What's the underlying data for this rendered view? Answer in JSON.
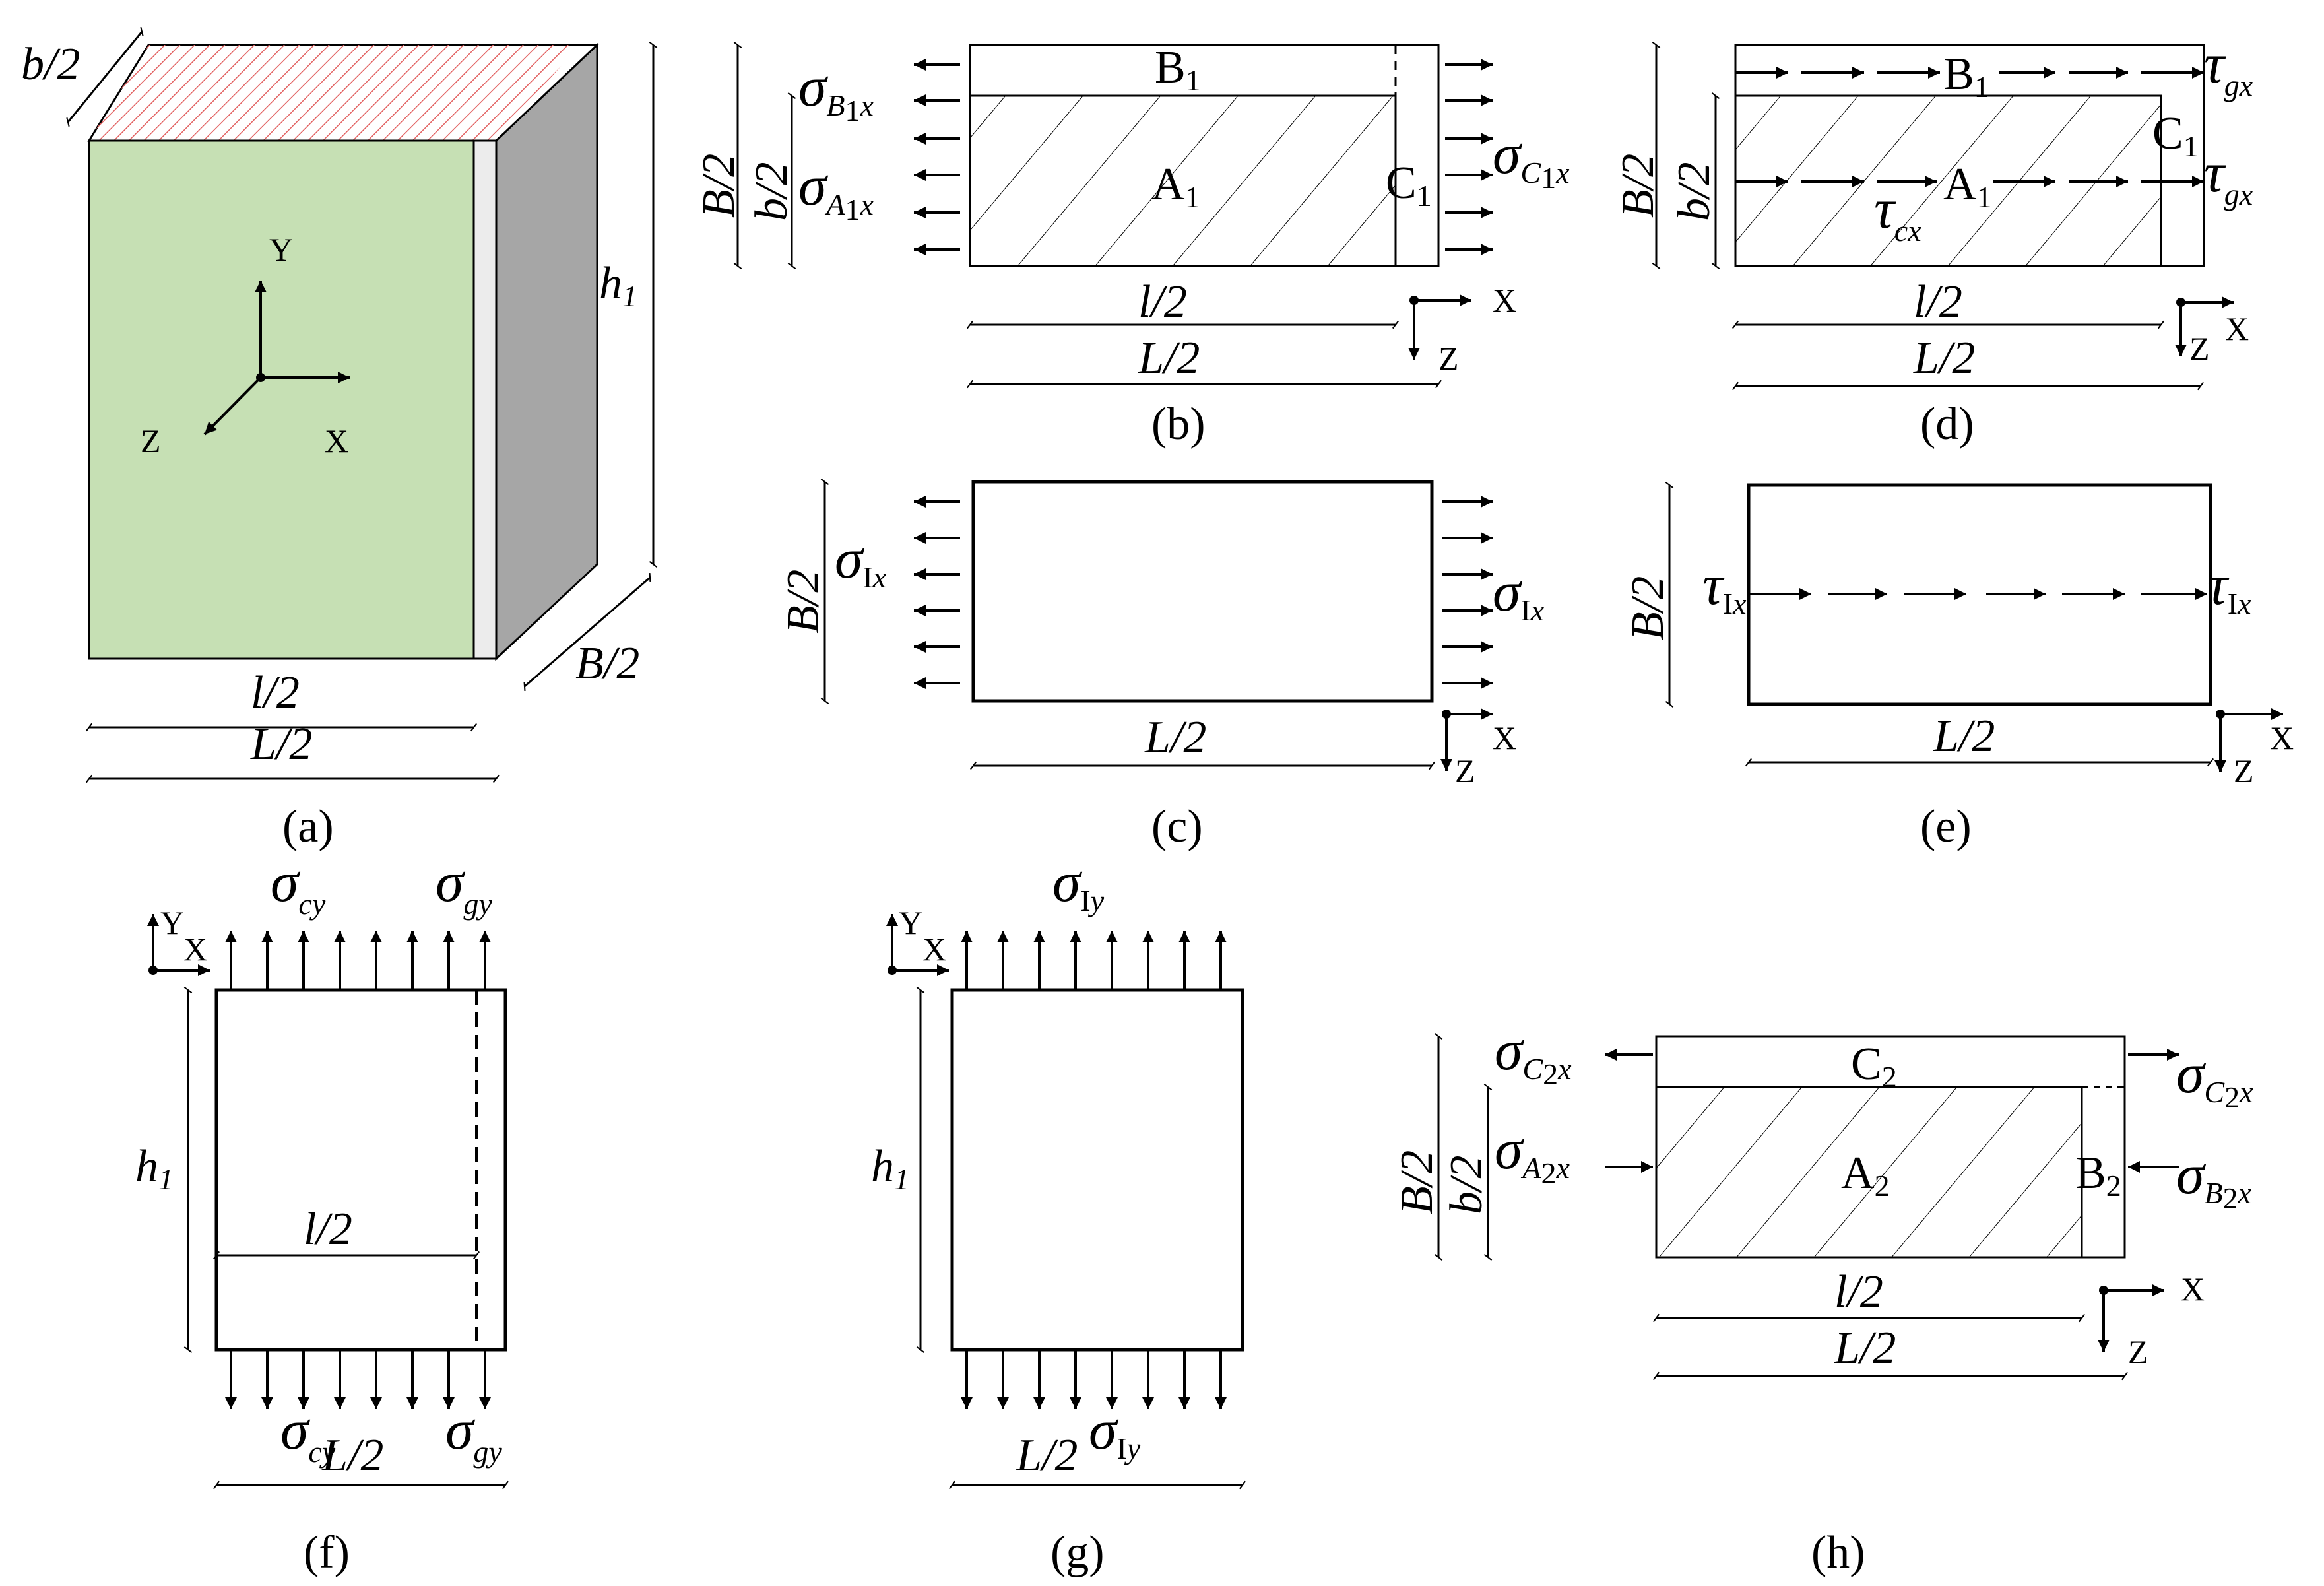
{
  "colors": {
    "front_face": "#c6e0b4",
    "top_face_hatch": "#e26262",
    "side_face": "#a6a6a6",
    "side_strip": "#ececec",
    "line": "#000000"
  },
  "panel_a": {
    "caption": "(a)",
    "dim_b2": "b/2",
    "dim_h1": "h",
    "dim_h1_sub": "1",
    "dim_B2": "B/2",
    "dim_l2": "l/2",
    "dim_L2": "L/2",
    "axis_y": "Y",
    "axis_x": "X",
    "axis_z": "Z"
  },
  "panel_b": {
    "caption": "(b)",
    "region_B": "B",
    "region_B_sub": "1",
    "region_A": "A",
    "region_A_sub": "1",
    "region_C": "C",
    "region_C_sub": "1",
    "stress_sym": "σ",
    "stress_B1_sub": "B",
    "stress_B1_sub2": "1",
    "stress_B1_sub3": "x",
    "stress_A1_sub": "A",
    "stress_A1_sub2": "1",
    "stress_A1_sub3": "x",
    "stress_C1_sub": "C",
    "stress_C1_sub2": "1",
    "stress_C1_sub3": "x",
    "dim_B2": "B/2",
    "dim_b2": "b/2",
    "dim_l2": "l/2",
    "dim_L2": "L/2",
    "axis_x": "X",
    "axis_z": "Z"
  },
  "panel_c": {
    "caption": "(c)",
    "stress_sym": "σ",
    "stress_sub": "I",
    "stress_sub2": "x",
    "dim_B2": "B/2",
    "dim_L2": "L/2",
    "axis_x": "X",
    "axis_z": "Z"
  },
  "panel_d": {
    "caption": "(d)",
    "region_B": "B",
    "region_B_sub": "1",
    "region_A": "A",
    "region_A_sub": "1",
    "region_C": "C",
    "region_C_sub": "1",
    "tau_sym": "τ",
    "tau_g_sub": "gx",
    "tau_c_sub": "cx",
    "dim_B2": "B/2",
    "dim_b2": "b/2",
    "dim_l2": "l/2",
    "dim_L2": "L/2",
    "axis_x": "X",
    "axis_z": "Z"
  },
  "panel_e": {
    "caption": "(e)",
    "tau_sym": "τ",
    "tau_sub": "I",
    "tau_sub2": "x",
    "dim_B2": "B/2",
    "dim_L2": "L/2",
    "axis_x": "X",
    "axis_z": "Z"
  },
  "panel_f": {
    "caption": "(f)",
    "stress_sym": "σ",
    "stress_c_sub": "cy",
    "stress_g_sub": "gy",
    "dim_h1": "h",
    "dim_h1_sub": "1",
    "dim_l2": "l/2",
    "dim_L2": "L/2",
    "axis_x": "X",
    "axis_y": "Y"
  },
  "panel_g": {
    "caption": "(g)",
    "stress_sym": "σ",
    "stress_sub": "I",
    "stress_sub2": "y",
    "dim_h1": "h",
    "dim_h1_sub": "1",
    "dim_L2": "L/2",
    "axis_x": "X",
    "axis_y": "Y"
  },
  "panel_h": {
    "caption": "(h)",
    "region_C": "C",
    "region_C_sub": "2",
    "region_A": "A",
    "region_A_sub": "2",
    "region_B": "B",
    "region_B_sub": "2",
    "stress_sym": "σ",
    "stress_C2_sub": "C",
    "stress_C2_sub2": "2",
    "stress_C2_sub3": "x",
    "stress_A2_sub": "A",
    "stress_A2_sub2": "2",
    "stress_A2_sub3": "x",
    "stress_B2_sub": "B",
    "stress_B2_sub2": "2",
    "stress_B2_sub3": "x",
    "dim_B2": "B/2",
    "dim_b2": "b/2",
    "dim_l2": "l/2",
    "dim_L2": "L/2",
    "axis_x": "X",
    "axis_z": "Z"
  }
}
